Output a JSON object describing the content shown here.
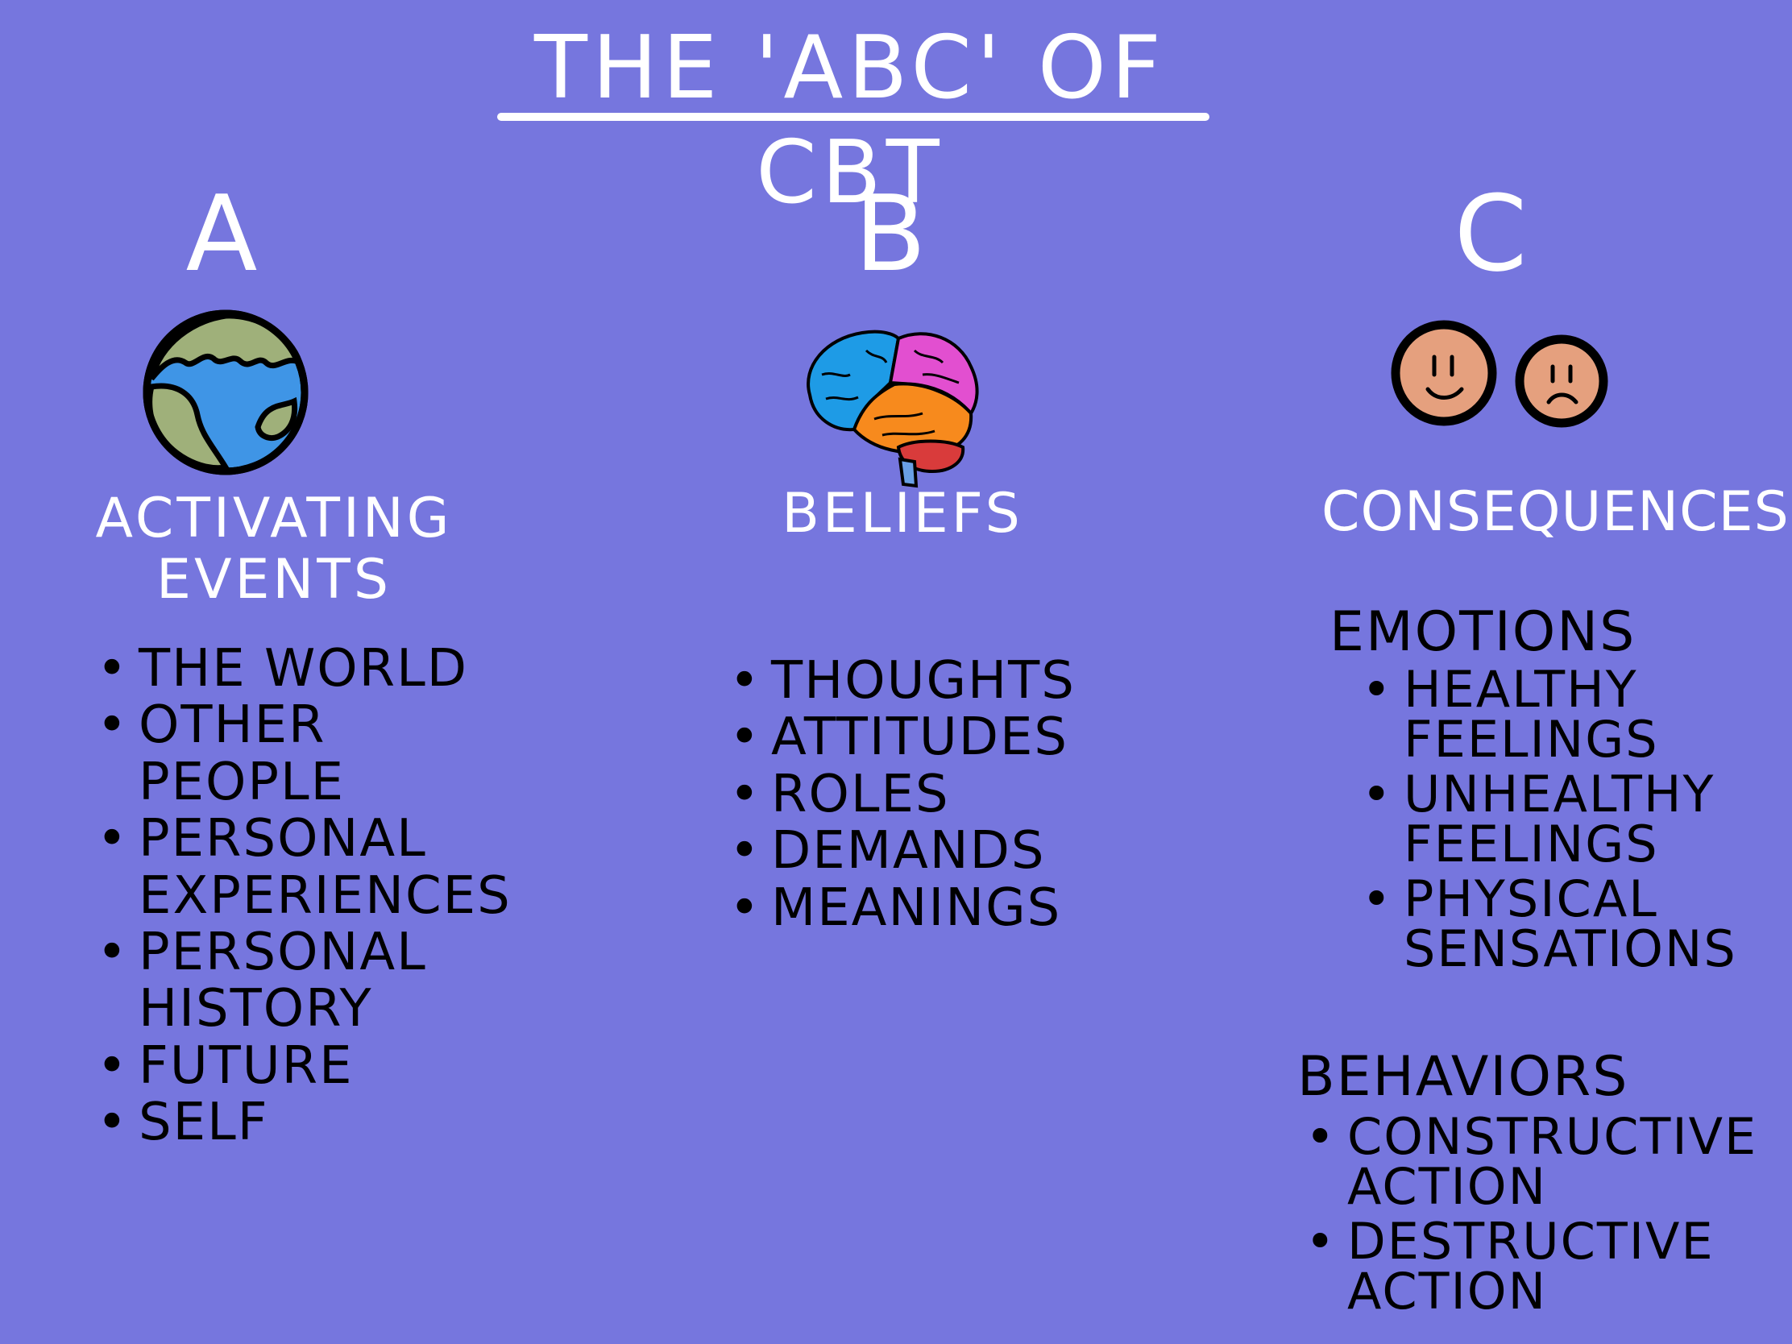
{
  "title": "THE 'ABC' OF  CBT",
  "columns": [
    {
      "letter": "A",
      "icon": "globe-icon",
      "heading": "ACTIVATING EVENTS",
      "items": [
        "THE WORLD",
        "OTHER PEOPLE",
        "PERSONAL EXPERIENCES",
        "PERSONAL HISTORY",
        "FUTURE",
        "SELF"
      ]
    },
    {
      "letter": "B",
      "icon": "brain-icon",
      "heading": "BELIEFS",
      "items": [
        "THOUGHTS",
        "ATTITUDES",
        "ROLES",
        "DEMANDS",
        "MEANINGS"
      ]
    },
    {
      "letter": "C",
      "icon": "faces-icon",
      "heading": "CONSEQUENCES",
      "groups": [
        {
          "heading": "EMOTIONS",
          "items": [
            "HEALTHY FEELINGS",
            "UNHEALTHY FEELINGS",
            "PHYSICAL SENSATIONS"
          ]
        },
        {
          "heading": "BEHAVIORS",
          "items": [
            "CONSTRUCTIVE ACTION",
            "DESTRUCTIVE ACTION"
          ]
        }
      ]
    }
  ],
  "colors": {
    "background": "#7676de",
    "heading_text": "#ffffff",
    "body_text": "#000000",
    "globe_ocean": "#3f95e6",
    "globe_land": "#9fb07a",
    "brain_blue": "#1e9be6",
    "brain_pink": "#e24fd0",
    "brain_orange": "#f78a1d",
    "brain_red": "#d93b3b",
    "face_skin": "#e5a07e"
  }
}
